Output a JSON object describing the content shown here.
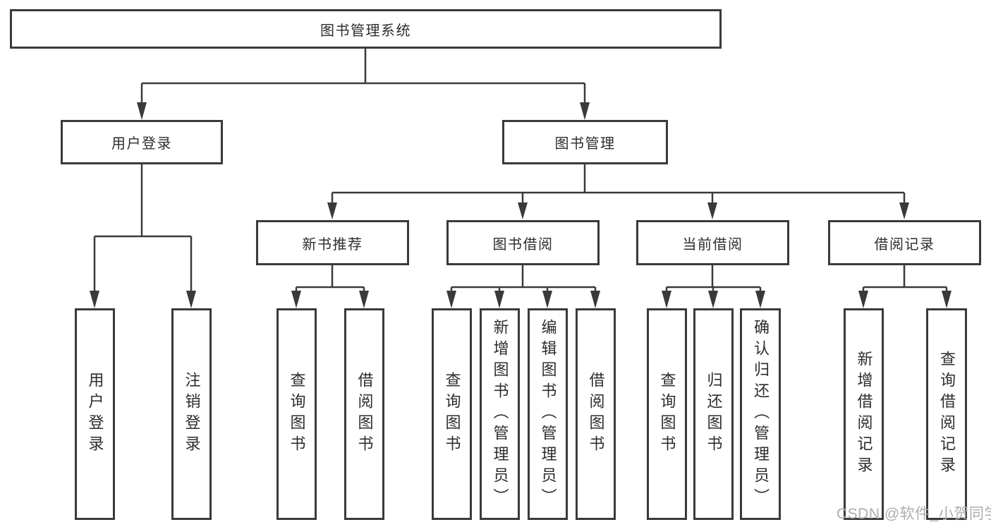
{
  "nodes": {
    "root": "图书管理系统",
    "level2": {
      "user_login": "用户登录",
      "book_management": "图书管理"
    },
    "level3": {
      "new_book_recommend": "新书推荐",
      "book_borrow": "图书借阅",
      "current_borrow": "当前借阅",
      "borrow_records": "借阅记录"
    },
    "leaves": {
      "user_login": [
        "用户登录",
        "注销登录"
      ],
      "new_book_recommend": [
        "查询图书",
        "借阅图书"
      ],
      "book_borrow": [
        "查询图书",
        "新增图书（管理员）",
        "编辑图书（管理员）",
        "借阅图书"
      ],
      "current_borrow": [
        "查询图书",
        "归还图书",
        "确认归还（管理员）"
      ],
      "borrow_records": [
        "新增借阅记录",
        "查询借阅记录"
      ]
    }
  },
  "watermark": {
    "text": "CSDN @软件_小贺同学",
    "color": "#adadad"
  },
  "colors": {
    "line": "#3a3a3a",
    "text": "#2d2d2d",
    "background": "#ffffff"
  }
}
